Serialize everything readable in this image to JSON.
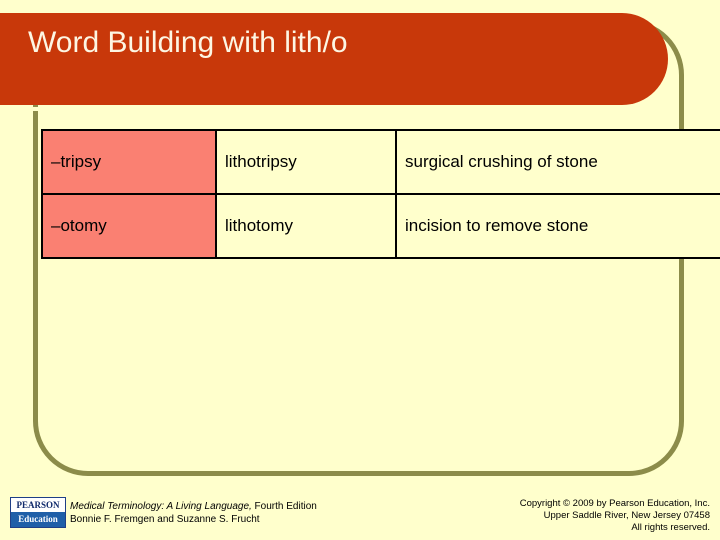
{
  "slide": {
    "title": "Word Building with lith/o",
    "background_color": "#FFFFCC",
    "banner_color": "#C8380A",
    "frame_color": "#8C8C4A",
    "accent_cell_color": "#FA8072"
  },
  "table": {
    "rows": [
      {
        "suffix": "–tripsy",
        "term": "lithotripsy",
        "meaning": "surgical crushing of stone"
      },
      {
        "suffix": "–otomy",
        "term": "lithotomy",
        "meaning": "incision to remove stone"
      }
    ]
  },
  "footer": {
    "logo": {
      "top": "PEARSON",
      "bottom": "Education"
    },
    "book_title": "Medical Terminology: A Living Language,",
    "book_edition": " Fourth Edition",
    "authors": "Bonnie F. Fremgen and Suzanne S. Frucht",
    "copyright_line1": "Copyright © 2009 by Pearson Education, Inc.",
    "copyright_line2": "Upper Saddle River, New Jersey 07458",
    "copyright_line3": "All rights reserved."
  }
}
